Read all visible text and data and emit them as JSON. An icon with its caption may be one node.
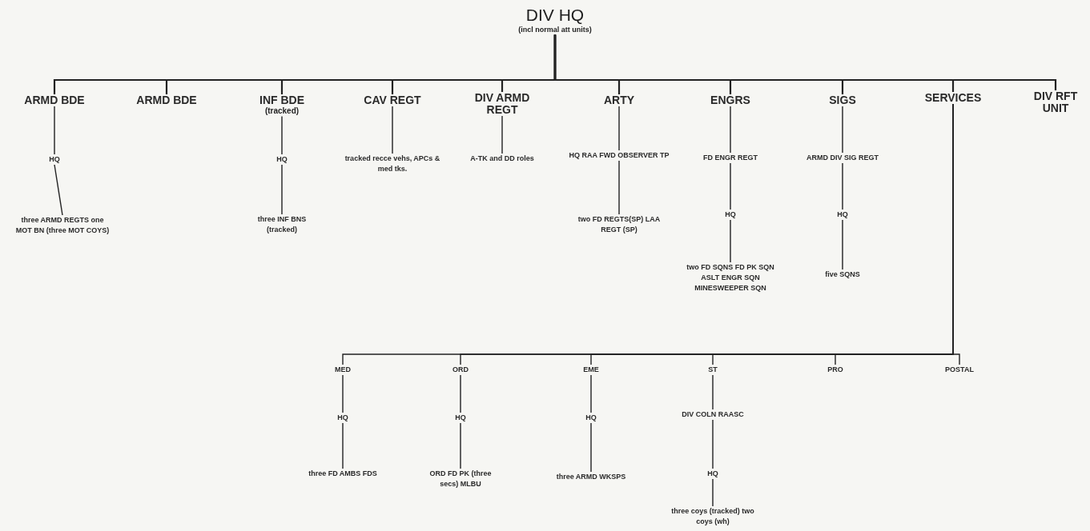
{
  "diagram": {
    "nodes": [
      {
        "text": [
          "DIV HQ",
          "(incl normal att units)"
        ]
      },
      {
        "text": [
          "ARMD BDE"
        ]
      },
      {
        "text": [
          "ARMD BDE"
        ]
      },
      {
        "text": [
          "INF BDE",
          "(tracked)"
        ]
      },
      {
        "text": [
          "CAV REGT"
        ]
      },
      {
        "text": [
          "DIV ARMD REGT"
        ]
      },
      {
        "text": [
          "ARTY"
        ]
      },
      {
        "text": [
          "ENGRS"
        ]
      },
      {
        "text": [
          "SIGS"
        ]
      },
      {
        "text": [
          "SERVICES"
        ]
      },
      {
        "text": [
          "DIV RFT UNIT"
        ]
      },
      {
        "text": [
          "HQ"
        ]
      },
      {
        "text": [
          "HQ"
        ]
      },
      {
        "text": [
          "tracked recce vehs, APCs & med tks."
        ]
      },
      {
        "text": [
          "A-TK and DD roles"
        ]
      },
      {
        "text": [
          "HQ RAA FWD OBSERVER TP"
        ]
      },
      {
        "text": [
          "FD ENGR REGT"
        ]
      },
      {
        "text": [
          "ARMD DIV SIG REGT"
        ]
      },
      {
        "text": [
          "three ARMD REGTS one MOT BN (three MOT COYS)"
        ]
      },
      {
        "text": [
          "three INF BNS (tracked)"
        ]
      },
      {
        "text": [
          "two FD REGTS(SP) LAA REGT (SP)"
        ]
      },
      {
        "text": [
          "HQ"
        ]
      },
      {
        "text": [
          "HQ"
        ]
      },
      {
        "text": [
          "two FD SQNS FD PK SQN ASLT ENGR SQN MINESWEEPER SQN"
        ]
      },
      {
        "text": [
          "five SQNS"
        ]
      },
      {
        "text": [
          "MED"
        ]
      },
      {
        "text": [
          "ORD"
        ]
      },
      {
        "text": [
          "EME"
        ]
      },
      {
        "text": [
          "ST"
        ]
      },
      {
        "text": [
          "PRO"
        ]
      },
      {
        "text": [
          "POSTAL"
        ]
      },
      {
        "text": [
          "HQ"
        ]
      },
      {
        "text": [
          "HQ"
        ]
      },
      {
        "text": [
          "HQ"
        ]
      },
      {
        "text": [
          "DIV COLN RAASC"
        ]
      },
      {
        "text": [
          "three FD AMBS FDS"
        ]
      },
      {
        "text": [
          "ORD FD PK (three secs) MLBU"
        ]
      },
      {
        "text": [
          "three ARMD WKSPS"
        ]
      },
      {
        "text": [
          "HQ"
        ]
      },
      {
        "text": [
          "three coys (tracked) two coys (wh)"
        ]
      }
    ],
    "edges": [
      {
        "from": 0,
        "to": 1,
        "arrow": "none"
      },
      {
        "from": 0,
        "to": 2,
        "arrow": "none"
      },
      {
        "from": 0,
        "to": 3,
        "arrow": "none"
      },
      {
        "from": 0,
        "to": 4,
        "arrow": "none"
      },
      {
        "from": 0,
        "to": 5,
        "arrow": "none"
      },
      {
        "from": 0,
        "to": 6,
        "arrow": "none"
      },
      {
        "from": 0,
        "to": 7,
        "arrow": "none"
      },
      {
        "from": 0,
        "to": 8,
        "arrow": "none"
      },
      {
        "from": 0,
        "to": 9,
        "arrow": "none"
      },
      {
        "from": 0,
        "to": 10,
        "arrow": "none"
      },
      {
        "from": 1,
        "to": 11,
        "arrow": "none"
      },
      {
        "from": 11,
        "to": 18,
        "arrow": "none"
      },
      {
        "from": 3,
        "to": 12,
        "arrow": "none"
      },
      {
        "from": 12,
        "to": 19,
        "arrow": "none"
      },
      {
        "from": 4,
        "to": 13,
        "arrow": "none"
      },
      {
        "from": 5,
        "to": 14,
        "arrow": "none"
      },
      {
        "from": 6,
        "to": 15,
        "arrow": "none"
      },
      {
        "from": 15,
        "to": 20,
        "arrow": "none"
      },
      {
        "from": 7,
        "to": 16,
        "arrow": "none"
      },
      {
        "from": 16,
        "to": 21,
        "arrow": "none"
      },
      {
        "from": 21,
        "to": 23,
        "arrow": "none"
      },
      {
        "from": 8,
        "to": 17,
        "arrow": "none"
      },
      {
        "from": 17,
        "to": 22,
        "arrow": "none"
      },
      {
        "from": 22,
        "to": 24,
        "arrow": "none"
      },
      {
        "from": 9,
        "to": 25,
        "arrow": "none"
      },
      {
        "from": 9,
        "to": 26,
        "arrow": "none"
      },
      {
        "from": 9,
        "to": 27,
        "arrow": "none"
      },
      {
        "from": 9,
        "to": 28,
        "arrow": "none"
      },
      {
        "from": 9,
        "to": 29,
        "arrow": "none"
      },
      {
        "from": 9,
        "to": 30,
        "arrow": "none"
      },
      {
        "from": 25,
        "to": 31,
        "arrow": "none"
      },
      {
        "from": 31,
        "to": 35,
        "arrow": "none"
      },
      {
        "from": 26,
        "to": 32,
        "arrow": "none"
      },
      {
        "from": 32,
        "to": 36,
        "arrow": "none"
      },
      {
        "from": 27,
        "to": 33,
        "arrow": "none"
      },
      {
        "from": 33,
        "to": 37,
        "arrow": "none"
      },
      {
        "from": 28,
        "to": 34,
        "arrow": "none"
      },
      {
        "from": 34,
        "to": 38,
        "arrow": "none"
      },
      {
        "from": 38,
        "to": 39,
        "arrow": "none"
      }
    ]
  }
}
